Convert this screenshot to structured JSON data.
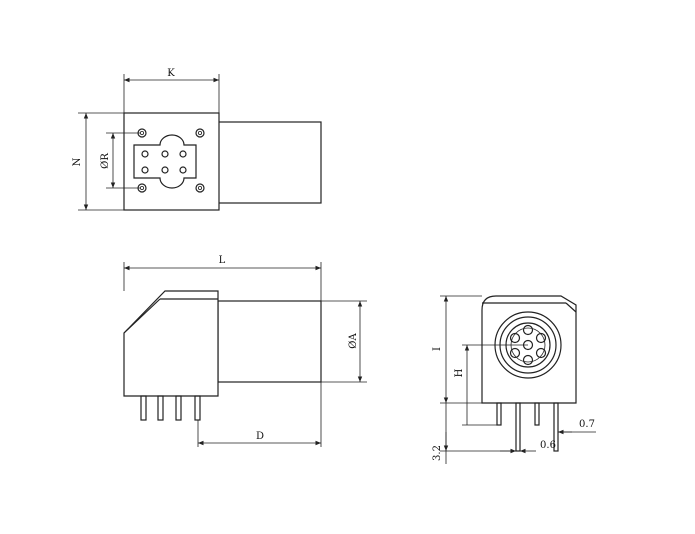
{
  "drawing": {
    "views": {
      "top_view": {
        "dim_k": "K",
        "dim_n": "N",
        "dim_r": "ØR"
      },
      "side_view": {
        "dim_l": "L",
        "dim_d": "D",
        "dim_a": "ØA"
      },
      "front_view": {
        "dim_i": "I",
        "dim_h": "H",
        "dim_pin_len": "3.2",
        "dim_pitch": "0.6",
        "dim_pin_w": "0.7"
      }
    }
  }
}
